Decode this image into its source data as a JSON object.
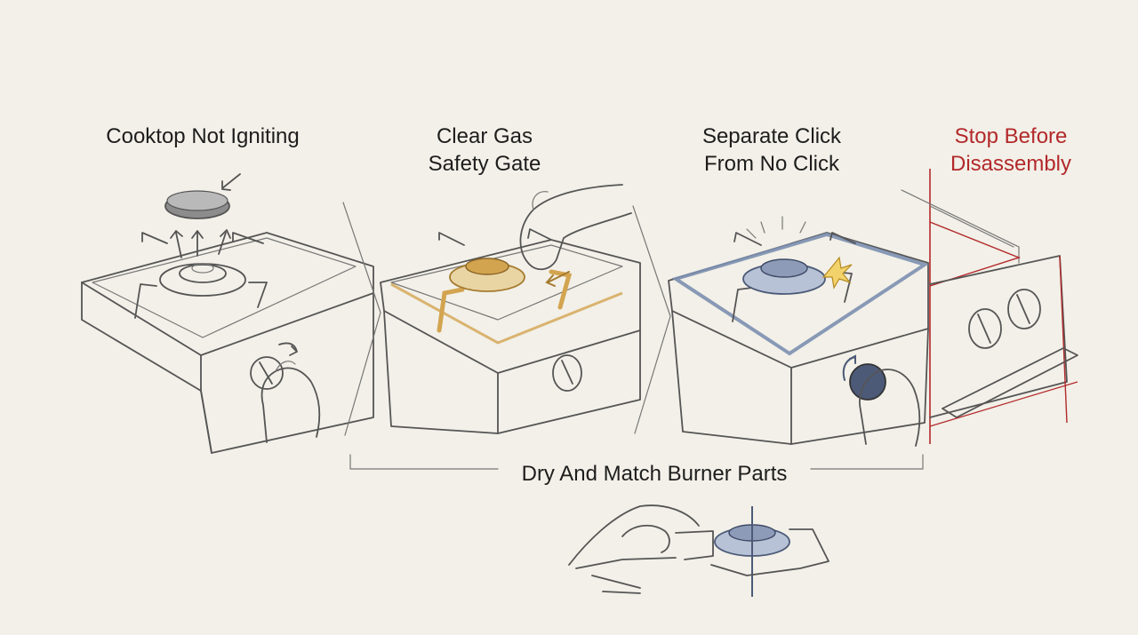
{
  "labels": {
    "panel1": [
      "Cooktop Not Igniting"
    ],
    "panel2": [
      "Clear Gas",
      "Safety Gate"
    ],
    "panel3": [
      "Separate Click",
      "From No Click"
    ],
    "panel4": [
      "Stop Before",
      "Disassembly"
    ],
    "bottom": "Dry And Match Burner Parts"
  },
  "colors": {
    "background": "#f2f0e8",
    "ink": "#555555",
    "warning": "#b3292b",
    "highlight_gold": "#d3a450",
    "highlight_blue": "#7c8fb0"
  }
}
